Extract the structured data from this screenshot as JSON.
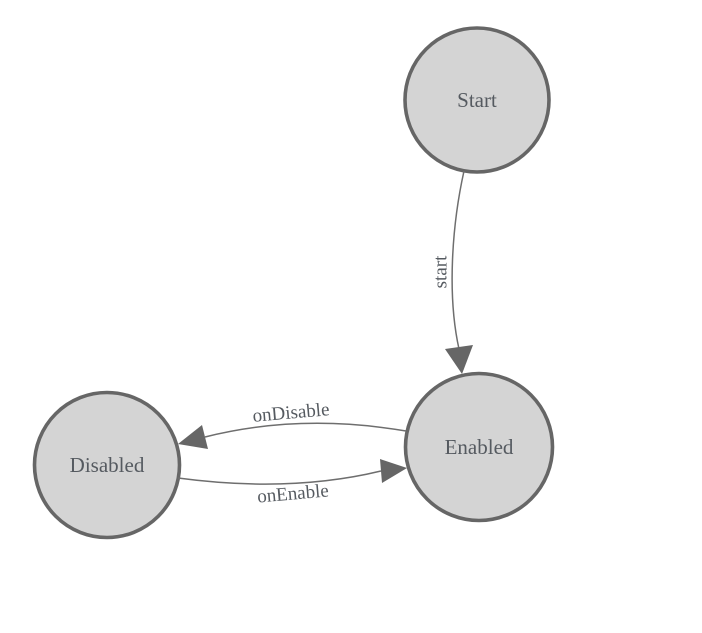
{
  "colors": {
    "background": "#ffffff",
    "node_fill": "#d4d4d4",
    "node_stroke": "#666666",
    "edge_stroke": "#6e6e6e",
    "arrow_fill": "#666666",
    "text": "#555a60"
  },
  "states": [
    {
      "id": "start",
      "label": "Start"
    },
    {
      "id": "enabled",
      "label": "Enabled"
    },
    {
      "id": "disabled",
      "label": "Disabled"
    }
  ],
  "transitions": [
    {
      "from": "Start",
      "to": "Enabled",
      "label": "start"
    },
    {
      "from": "Enabled",
      "to": "Disabled",
      "label": "onDisable"
    },
    {
      "from": "Disabled",
      "to": "Enabled",
      "label": "onEnable"
    }
  ]
}
